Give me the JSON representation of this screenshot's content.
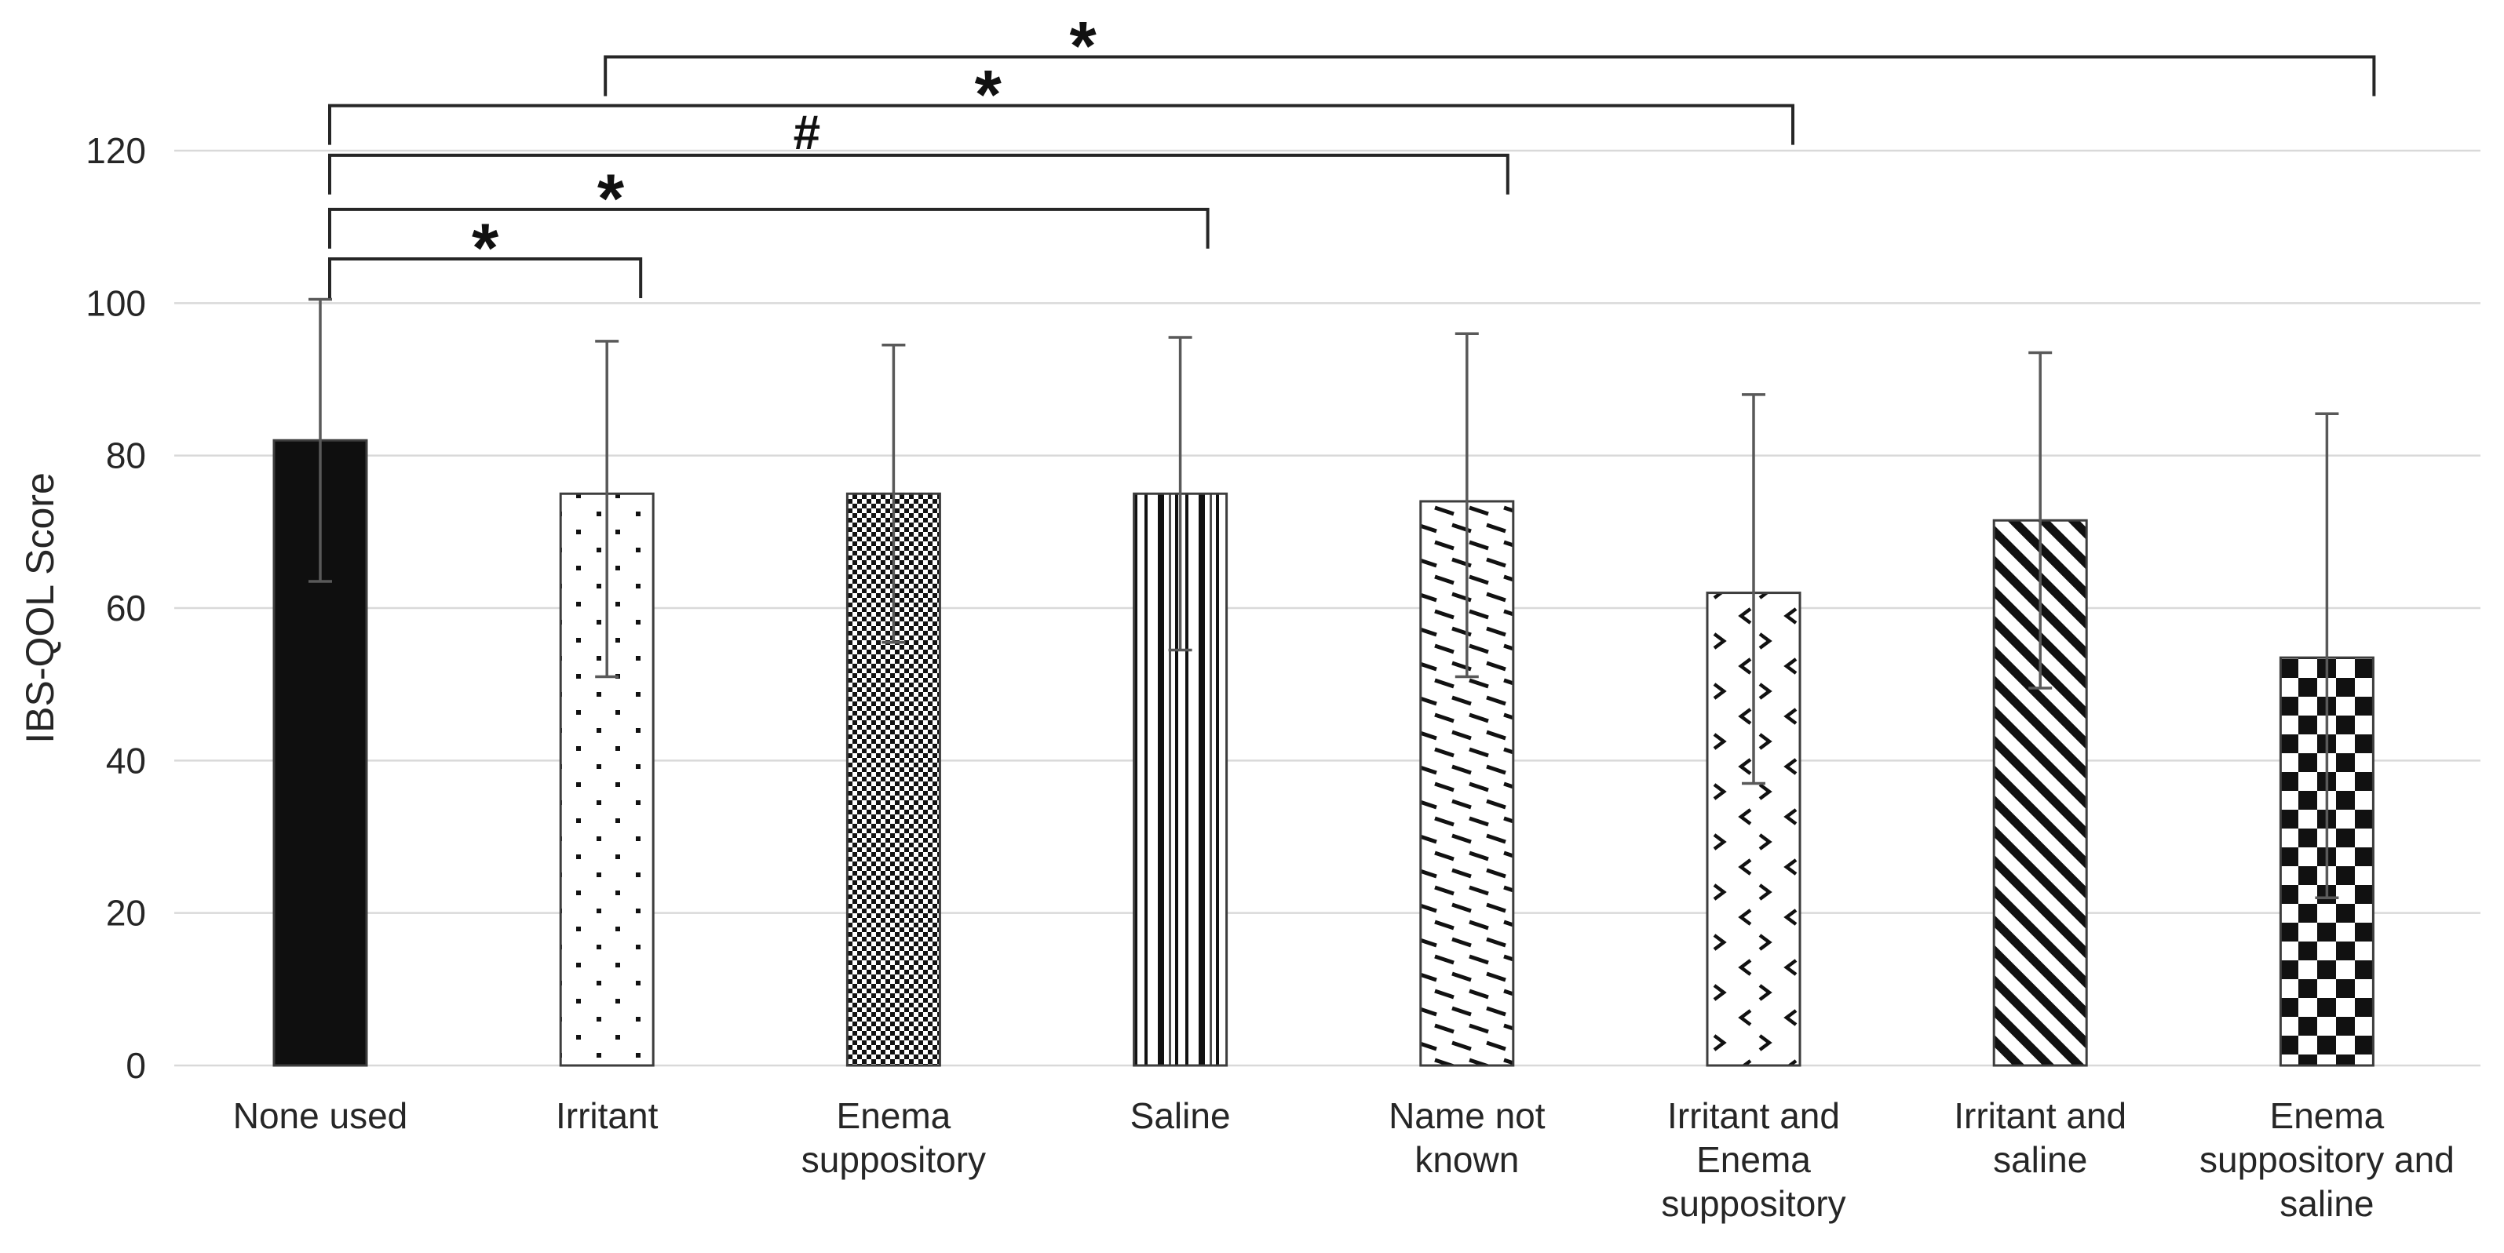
{
  "chart_data": {
    "type": "bar",
    "title": "",
    "xlabel": "",
    "ylabel": "IBS-QOL Score",
    "ylim": [
      0,
      120
    ],
    "yticks": [
      0,
      20,
      40,
      60,
      80,
      100,
      120
    ],
    "grid": true,
    "legend": "none",
    "categories": [
      "None used",
      "Irritant",
      "Enema suppository",
      "Saline",
      "Name not known",
      "Irritant and Enema suppository",
      "Irritant and saline",
      "Enema suppository and saline"
    ],
    "category_label_lines": [
      [
        "None used"
      ],
      [
        "Irritant"
      ],
      [
        "Enema",
        "suppository"
      ],
      [
        "Saline"
      ],
      [
        "Name not",
        "known"
      ],
      [
        "Irritant and",
        "Enema",
        "suppository"
      ],
      [
        "Irritant and",
        "saline"
      ],
      [
        "Enema",
        "suppository and",
        "saline"
      ]
    ],
    "values": [
      82,
      75,
      75,
      75,
      74,
      62,
      71.5,
      53.5
    ],
    "error_high": [
      100.5,
      95,
      94.5,
      95.5,
      96,
      88,
      93.5,
      85.5
    ],
    "error_low": [
      63.5,
      51,
      55.5,
      54.5,
      51,
      37,
      49.5,
      22
    ],
    "bar_fill_patterns": [
      "solid-black",
      "dots",
      "fine-checker",
      "vertical-stripes",
      "diagonal-dashes",
      "chevrons",
      "diagonal-stripes",
      "checkerboard"
    ],
    "significance_brackets": [
      {
        "groups": [
          "Irritant",
          "Enema suppository and saline"
        ],
        "symbol": "*",
        "level": 132.3,
        "x1_offset": -2,
        "x2_offset": 60,
        "symbol_frac": 0.27
      },
      {
        "groups": [
          "None used",
          "Irritant and Enema suppository"
        ],
        "symbol": "*",
        "level": 125.9,
        "x1_offset": 12,
        "x2_offset": 50,
        "symbol_frac": 0.45
      },
      {
        "groups": [
          "None used",
          "Name not known"
        ],
        "symbol": "#",
        "level": 119.4,
        "x1_offset": 12,
        "x2_offset": 52,
        "symbol_frac": 0.405
      },
      {
        "groups": [
          "None used",
          "Saline"
        ],
        "symbol": "*",
        "level": 112.3,
        "x1_offset": 12,
        "x2_offset": 35,
        "symbol_frac": 0.32
      },
      {
        "groups": [
          "None used",
          "Irritant"
        ],
        "symbol": "*",
        "level": 105.8,
        "x1_offset": 12,
        "x2_offset": 43,
        "symbol_frac": 0.5
      }
    ]
  },
  "colors": {
    "background": "#ffffff",
    "gridline": "#d9d9d9",
    "bar_outline": "#3d3d3d",
    "pattern_ink": "#111111",
    "error_bar": "#595959",
    "bracket": "#262626",
    "text": "#262626"
  }
}
